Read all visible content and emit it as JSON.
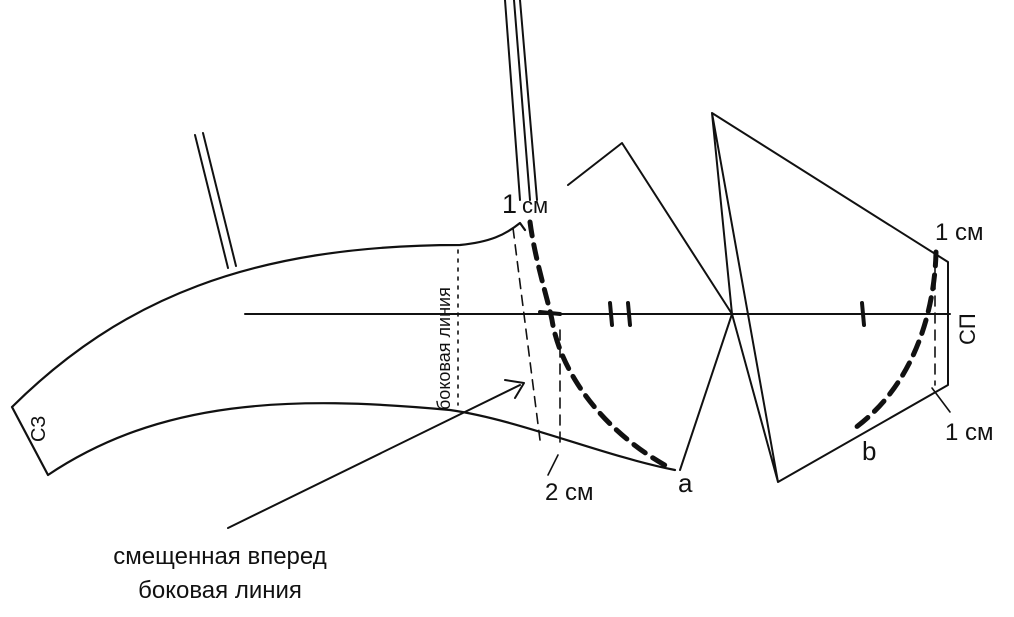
{
  "labels": {
    "seam_top": "1",
    "unit_top": "см",
    "top_right": "1 см",
    "bottom_right": "1 см",
    "bottom_left": "2 см",
    "point_a": "а",
    "point_b": "b",
    "left_edge": "СЗ",
    "right_edge": "СП",
    "side_line": "боковая линия"
  },
  "caption": {
    "line1": "смещенная вперед",
    "line2": "боковая линия"
  },
  "colors": {
    "ink": "#111111",
    "background": "#ffffff"
  }
}
